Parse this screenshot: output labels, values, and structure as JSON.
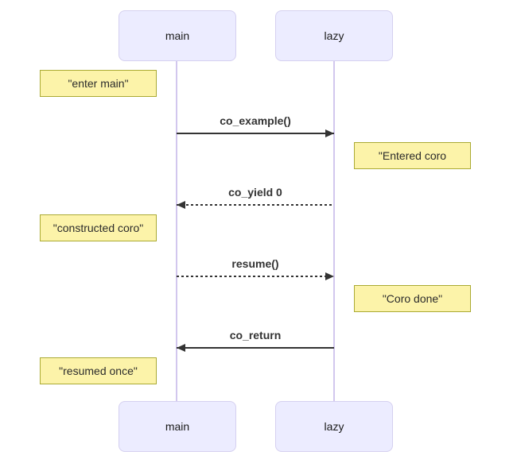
{
  "diagram": {
    "type": "sequence-diagram",
    "participants": [
      {
        "id": "main",
        "label": "main"
      },
      {
        "id": "lazy",
        "label": "lazy"
      }
    ],
    "messages": [
      {
        "label": "co_example()",
        "from": "main",
        "to": "lazy",
        "line": "solid"
      },
      {
        "label": "co_yield 0",
        "from": "lazy",
        "to": "main",
        "line": "dashed"
      },
      {
        "label": "resume()",
        "from": "main",
        "to": "lazy",
        "line": "dashed"
      },
      {
        "label": "co_return",
        "from": "lazy",
        "to": "main",
        "line": "solid"
      }
    ],
    "notes": [
      {
        "label": "\"enter main\"",
        "side": "left-of-main"
      },
      {
        "label": "\"Entered coro",
        "side": "right-of-lazy"
      },
      {
        "label": "\"constructed coro\"",
        "side": "left-of-main"
      },
      {
        "label": "\"Coro done\"",
        "side": "right-of-lazy"
      },
      {
        "label": "\"resumed once\"",
        "side": "left-of-main"
      }
    ],
    "colors": {
      "actor_fill": "#ececff",
      "actor_border": "#d5d0f0",
      "note_fill": "#fcf3a9",
      "note_border": "#aaaa33",
      "lifeline": "#d2c7ee",
      "message_text": "#333333",
      "background": "#ffffff"
    }
  }
}
